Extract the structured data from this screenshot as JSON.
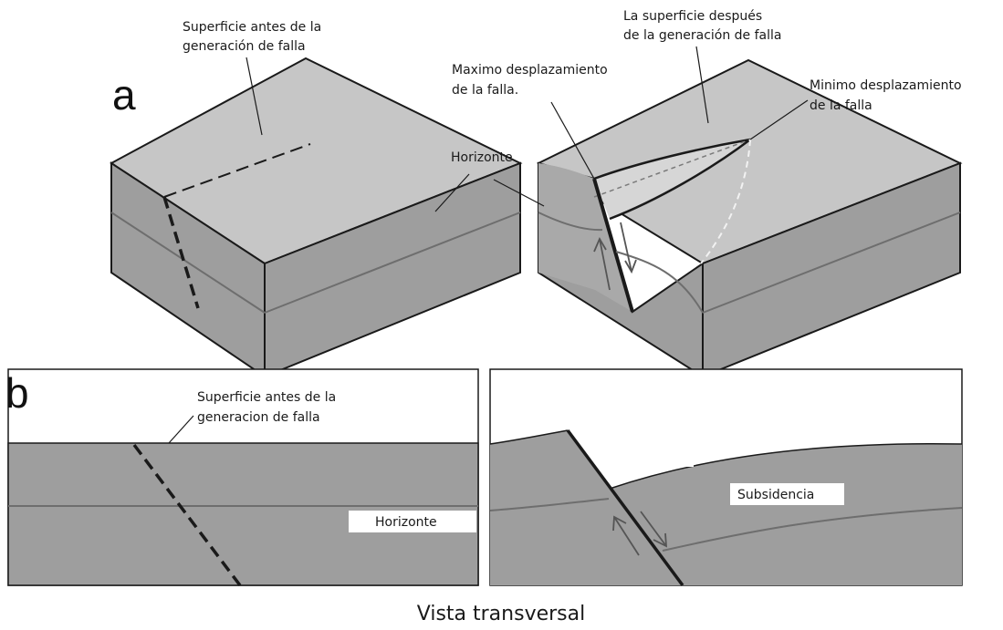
{
  "panel_a": {
    "letter": "a",
    "label_surface_before_1": "Superficie antes de la",
    "label_surface_before_2": "generación de falla",
    "label_surface_after_1": "La superficie después",
    "label_surface_after_2": "de la generación de falla",
    "label_max_disp_1": "Maximo desplazamiento",
    "label_max_disp_2": "de la falla.",
    "label_min_disp_1": "Minimo desplazamiento",
    "label_min_disp_2": "de la falla",
    "label_horizon": "Horizonte"
  },
  "panel_b": {
    "letter": "b",
    "label_surface_before_1": "Superficie antes de la",
    "label_surface_before_2": "generacion de falla",
    "label_horizon": "Horizonte",
    "label_subsidence": "Subsidencia"
  },
  "caption": "Vista transversal",
  "colors": {
    "top_face": "#c6c6c6",
    "side_face": "#9e9e9e",
    "outline": "#1a1a1a",
    "horizon_line": "#6e6e6e"
  }
}
